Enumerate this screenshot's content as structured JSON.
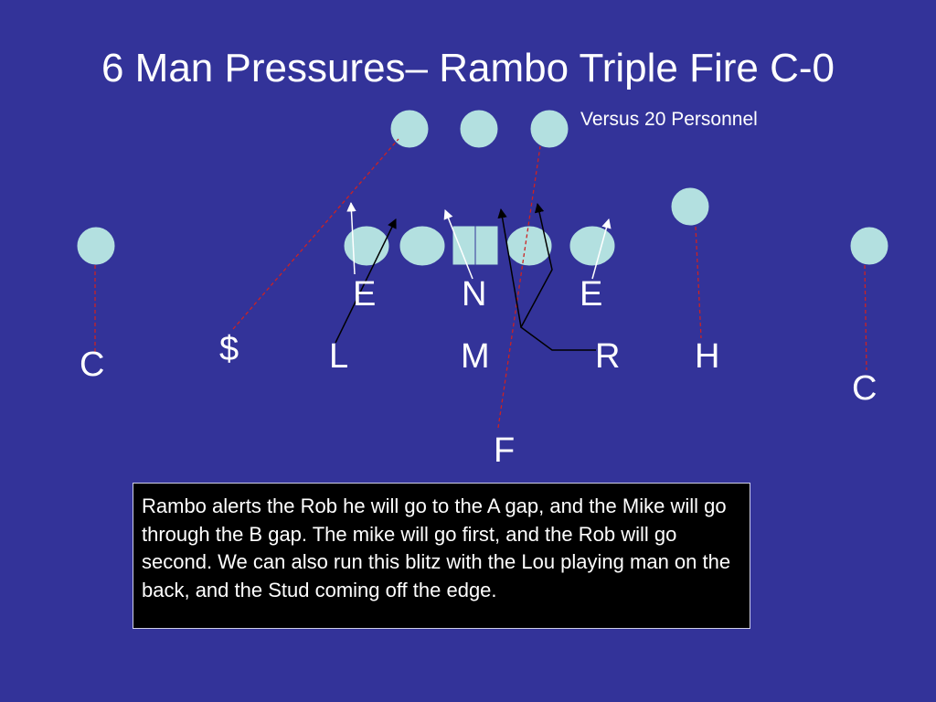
{
  "title": "6 Man Pressures– Rambo Triple Fire C-0",
  "subtitle": "Versus 20 Personnel",
  "labels": {
    "e_left": "E",
    "n": "N",
    "e_right": "E",
    "dollar": "$",
    "l": "L",
    "m": "M",
    "r": "R",
    "h": "H",
    "c_left": "C",
    "c_right": "C",
    "f": "F"
  },
  "note": "Rambo alerts the Rob he will go to the A gap, and the Mike will go through the B gap.  The mike will go first, and the Rob will go second.  We can also run this blitz with the Lou playing man on the back, and the Stud coming off the edge.",
  "colors": {
    "background": "#333399",
    "player_fill": "#b3e0e0",
    "route_black": "#000000",
    "route_white": "#ffffff",
    "coverage_red": "#cc2222"
  }
}
